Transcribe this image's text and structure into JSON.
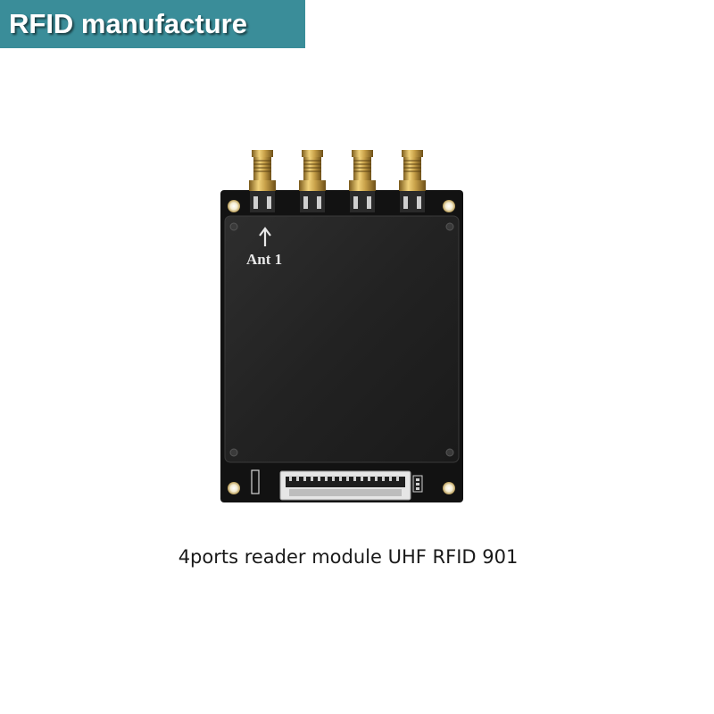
{
  "banner": {
    "title": "RFID manufacture"
  },
  "product": {
    "antenna_label": "Ant 1",
    "caption": "4ports reader module UHF RFID 901"
  },
  "colors": {
    "banner_bg": "#3a8d99",
    "board": "#141414",
    "shield": "#262626",
    "connector_gold": "#c9a24a"
  },
  "icons": [
    "up-arrow-icon"
  ]
}
